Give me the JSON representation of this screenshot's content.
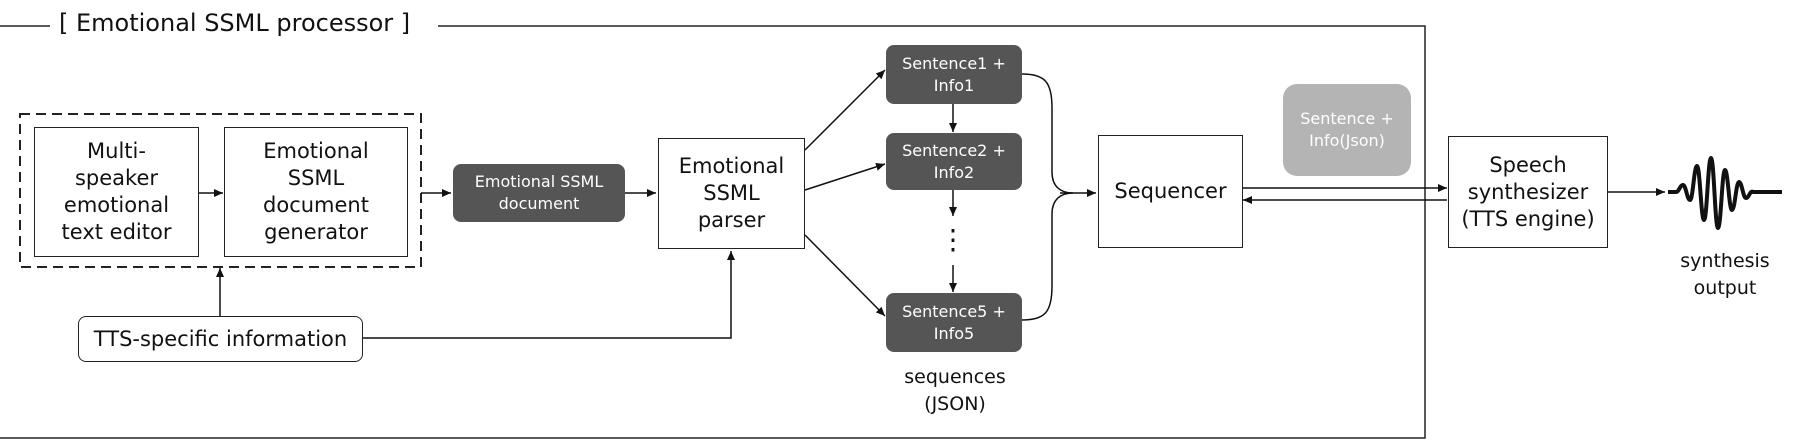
{
  "title": "[ Emotional SSML processor ]",
  "nodes": {
    "editor": "Multi-\nspeaker\nemotional\ntext editor",
    "generator": "Emotional\nSSML\ndocument\ngenerator",
    "ssml_document": "Emotional SSML\ndocument",
    "parser": "Emotional\nSSML\nparser",
    "sentence1": "Sentence1 +\nInfo1",
    "sentence2": "Sentence2 +\nInfo2",
    "sentence5": "Sentence5 +\nInfo5",
    "sequencer": "Sequencer",
    "json_info": "Sentence +\nInfo(Json)",
    "synthesizer": "Speech\nsynthesizer\n(TTS engine)",
    "tts_info": "TTS-specific information"
  },
  "labels": {
    "ellipsis": "⋮",
    "sequences": "sequences\n(JSON)",
    "output": "synthesis\noutput"
  },
  "icons": {
    "waveform": "waveform-icon"
  }
}
